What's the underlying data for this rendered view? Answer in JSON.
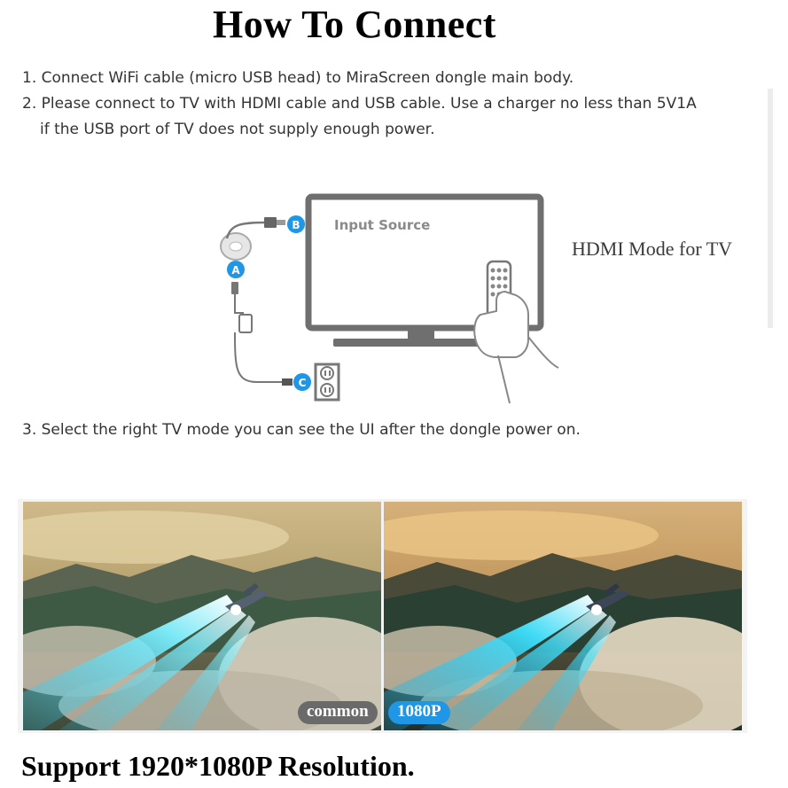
{
  "header": {
    "title": "How To Connect"
  },
  "steps": {
    "step1": "1. Connect WiFi cable (micro USB head) to MiraScreen dongle main body.",
    "step2_line1": "2. Please connect to TV with HDMI cable and USB cable. Use a charger no less than 5V1A",
    "step2_line2": "if the USB port of TV does not supply enough power.",
    "step3": "3. Select the right TV mode you can see the UI after the dongle power on."
  },
  "diagram": {
    "tv_screen_text": "Input Source",
    "marker_a": "A",
    "marker_b": "B",
    "marker_c": "C",
    "mode_label": "HDMI Mode for TV"
  },
  "comparison": {
    "left_label": "common",
    "right_label": "1080P"
  },
  "footer": {
    "text": "Support 1920*1080P Resolution."
  },
  "colors": {
    "marker_blue": "#1f97e6",
    "badge_gray": "#6a6a6a",
    "badge_blue": "#1f97e6"
  }
}
